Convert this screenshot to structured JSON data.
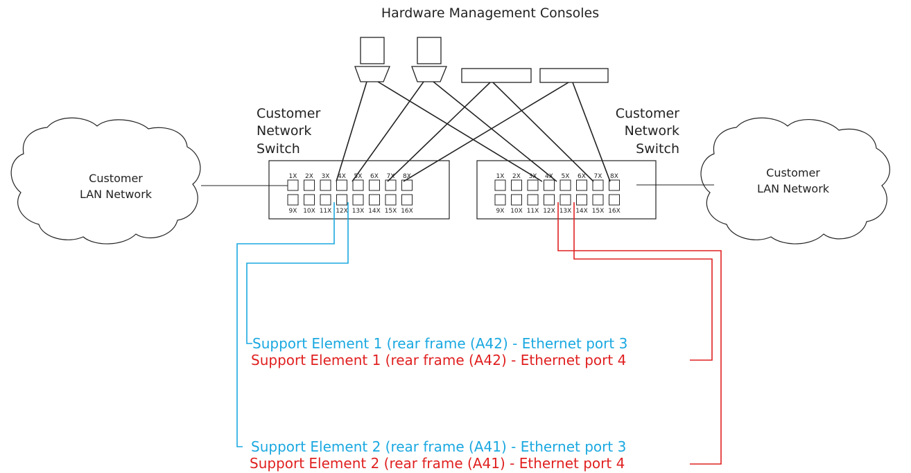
{
  "title": "Hardware Management Consoles",
  "switch_label": [
    "Customer",
    "Network",
    "Switch"
  ],
  "lan_label": [
    "Customer",
    "LAN Network"
  ],
  "ports_top": [
    "1X",
    "2X",
    "3X",
    "4X",
    "5X",
    "6X",
    "7X",
    "8X"
  ],
  "ports_bottom": [
    "9X",
    "10X",
    "11X",
    "12X",
    "13X",
    "14X",
    "15X",
    "16X"
  ],
  "connections": {
    "se1_port3": "Support Element 1 (rear frame (A42) - Ethernet port 3",
    "se1_port4": "Support Element 1 (rear frame (A42) - Ethernet port 4",
    "se2_port3": "Support Element 2 (rear frame (A41) - Ethernet port 3",
    "se2_port4": "Support Element 2 (rear frame (A41) - Ethernet port 4"
  },
  "colors": {
    "port3": "#1aa8e0",
    "port4": "#e02020",
    "line": "#222222"
  }
}
